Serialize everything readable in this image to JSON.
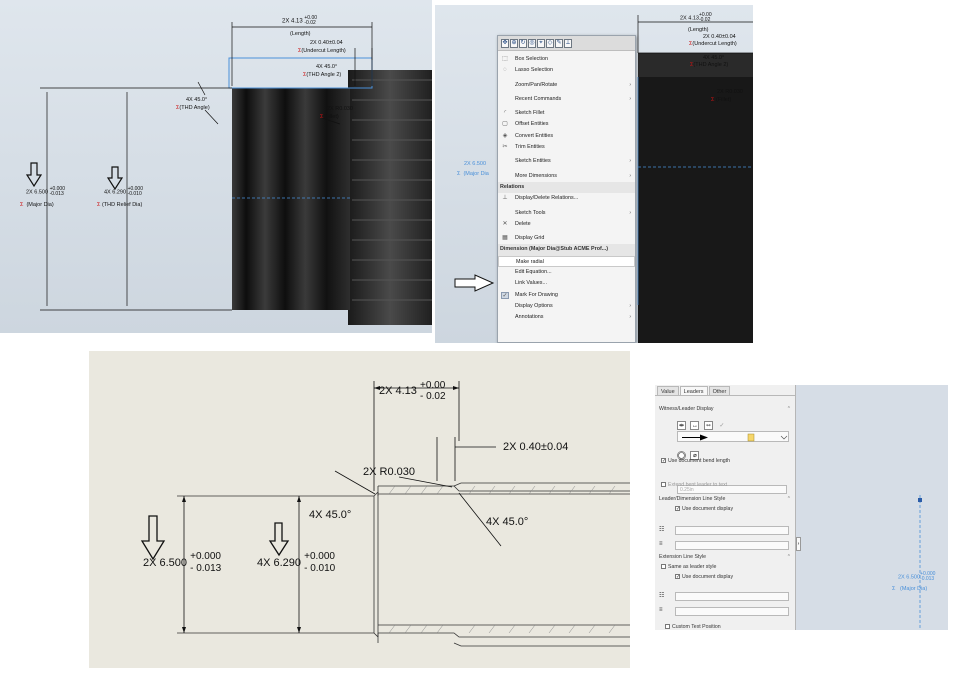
{
  "panel1": {
    "length_dim": {
      "prefix": "2X 4.13",
      "upper_tol": "+0.00",
      "lower_tol": "-0.02",
      "label": "(Length)"
    },
    "undercut_dim": {
      "value": "2X 0.40±0.04",
      "label": "(Undercut Length)"
    },
    "thd_angle2_dim": {
      "value": "4X 45.0°",
      "label": "(THD Angle 2)"
    },
    "thd_angle_dim": {
      "value": "4X 45.0°",
      "label": "(THD Angle)"
    },
    "fillet_dim": {
      "value": "2X R0.030",
      "label": "(Fillet)"
    },
    "major_dia_dim": {
      "prefix": "2X 6.500",
      "upper_tol": "+0.000",
      "lower_tol": "-0.013",
      "label": "(Major Dia)"
    },
    "relief_dia_dim": {
      "prefix": "4X 6.290",
      "upper_tol": "+0.000",
      "lower_tol": "-0.010",
      "label": "(THD Relief Dia)"
    },
    "sigma_symbol": "Σ",
    "colors": {
      "annotation_red": "#cc1111",
      "model_dark": "#161616",
      "selection_blue": "#4a90d9"
    }
  },
  "panel2": {
    "length_dim": {
      "prefix": "2X 4.13",
      "upper_tol": "+0.00",
      "lower_tol": "-0.02",
      "label": "(Length)"
    },
    "undercut_dim": {
      "value": "2X 0.40±0.04",
      "label": "(Undercut Length)"
    },
    "thd_angle2_dim": {
      "value": "4X 45.0°",
      "label": "(THD Angle 2)"
    },
    "fillet_dim": {
      "value": "2X R0.030",
      "label": "(Fillet)"
    },
    "major_dia_partial": {
      "value": "2X 6.500",
      "label": "(Major Dia"
    },
    "sigma_symbol": "Σ",
    "context_menu": {
      "toolbar_icons": [
        "pan-icon",
        "zoom-icon",
        "rotate-icon",
        "view-icon",
        "select-icon",
        "filter-icon",
        "sketch-icon",
        "smart-dimension-icon"
      ],
      "items": [
        {
          "label": "Box Selection",
          "icon": "box-select-icon",
          "submenu": false
        },
        {
          "label": "Lasso Selection",
          "icon": "lasso-icon",
          "submenu": false
        },
        {
          "label": "Zoom/Pan/Rotate",
          "icon": "",
          "submenu": true
        },
        {
          "label": "Recent Commands",
          "icon": "",
          "submenu": true
        },
        {
          "label": "Sketch Fillet",
          "icon": "sketch-fillet-icon",
          "submenu": false
        },
        {
          "label": "Offset Entities",
          "icon": "offset-entities-icon",
          "submenu": false
        },
        {
          "label": "Convert Entities",
          "icon": "convert-entities-icon",
          "submenu": false
        },
        {
          "label": "Trim Entities",
          "icon": "trim-entities-icon",
          "submenu": false
        },
        {
          "label": "Sketch Entities",
          "icon": "",
          "submenu": true
        },
        {
          "label": "More Dimensions",
          "icon": "",
          "submenu": true
        }
      ],
      "relations_header": "Relations",
      "relations_items": [
        {
          "label": "Display/Delete Relations...",
          "icon": "relations-icon",
          "submenu": false
        },
        {
          "label": "Sketch Tools",
          "icon": "",
          "submenu": true
        },
        {
          "label": "Delete",
          "icon": "delete-icon",
          "submenu": false
        },
        {
          "label": "Display Grid",
          "icon": "grid-icon",
          "submenu": false
        }
      ],
      "dimension_header": "Dimension (Major Dia@Stub ACME Prof...)",
      "dimension_items": [
        {
          "label": "Make radial",
          "icon": "",
          "submenu": false,
          "highlighted": true
        },
        {
          "label": "Edit Equation...",
          "icon": "",
          "submenu": false
        },
        {
          "label": "Link Values...",
          "icon": "",
          "submenu": false
        },
        {
          "label": "Mark For Drawing",
          "icon": "check-icon",
          "submenu": false
        },
        {
          "label": "Display Options",
          "icon": "",
          "submenu": true
        },
        {
          "label": "Annotations",
          "icon": "",
          "submenu": true
        }
      ]
    }
  },
  "panel3": {
    "length_dim": {
      "prefix": "2X 4.13",
      "upper_tol": "+0.00",
      "lower_tol": "- 0.02"
    },
    "undercut_dim": {
      "value": "2X 0.40±0.04"
    },
    "fillet_dim": {
      "value": "2X R0.030"
    },
    "chamfer_left": {
      "value": "4X 45.0°"
    },
    "chamfer_right": {
      "value": "4X 45.0°"
    },
    "major_dia_dim": {
      "prefix": "2X 6.500",
      "upper_tol": "+0.000",
      "lower_tol": "- 0.013"
    },
    "relief_dia_dim": {
      "prefix": "4X 6.290",
      "upper_tol": "+0.000",
      "lower_tol": "- 0.010"
    }
  },
  "panel4": {
    "tabs": [
      "Value",
      "Leaders",
      "Other"
    ],
    "witness_group": "Witness/Leader Display",
    "arrow_style_label": "",
    "use_doc_bend": "Use document bend length",
    "bend_value": "0.25in",
    "extend_bent_leader": "Extend bent leader to text",
    "leader_dim_line_style": "Leader/Dimension Line Style",
    "use_doc_display_1": "Use document display",
    "extension_line_style": "Extension Line Style",
    "same_as_leader": "Same as leader style",
    "use_doc_display_2": "Use document display",
    "custom_text_position": "Custom Text Position",
    "viewport_dim": {
      "prefix": "2X 6.500",
      "upper_tol": "+0.000",
      "lower_tol": "-0.013",
      "label": "(Major Dia)"
    },
    "sigma_symbol": "Σ"
  }
}
